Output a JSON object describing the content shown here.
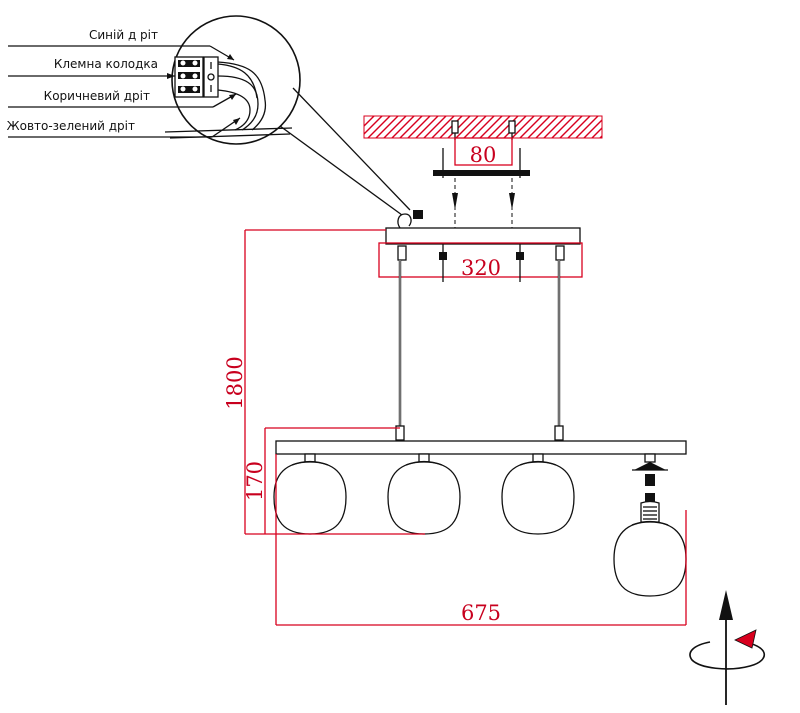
{
  "labels": {
    "blue_wire": "Синій д ріт",
    "terminal_block": "Клемна колодка",
    "brown_wire": "Коричневий дріт",
    "ground_wire": "Жовто-зелений дріт"
  },
  "dimensions": {
    "mount_spacing": "80",
    "canopy_width": "320",
    "max_height": "1800",
    "shade_height": "170",
    "total_length": "675"
  },
  "colors": {
    "dimension": "#d8001e",
    "line": "#111111",
    "ceiling_hatch": "#d8001e"
  },
  "icons": {
    "rotation": "rotation-arrow-icon"
  }
}
